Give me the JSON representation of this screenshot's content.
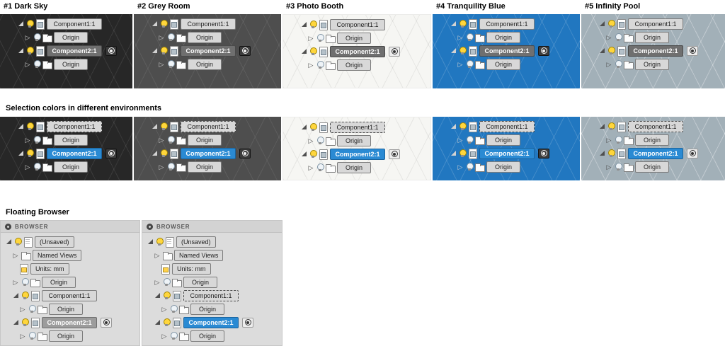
{
  "environments": {
    "panels": [
      {
        "title": "#1 Dark Sky",
        "background": "#272727"
      },
      {
        "title": "#2 Grey Room",
        "background": "#4e4e4e"
      },
      {
        "title": "#3 Photo Booth",
        "background": "#f6f6f3"
      },
      {
        "title": "#4 Tranquility Blue",
        "background": "#2177c0"
      },
      {
        "title": "#5 Infinity Pool",
        "background": "#a2b0b8"
      }
    ]
  },
  "headings": {
    "selection": "Selection colors in different environments",
    "floating": "Floating Browser"
  },
  "tree": {
    "component1": "Component1:1",
    "component2": "Component2:1",
    "origin": "Origin"
  },
  "floating_browser": {
    "header": "BROWSER",
    "unsaved": "(Unsaved)",
    "named_views": "Named Views",
    "units": "Units: mm",
    "origin": "Origin",
    "component1": "Component1:1",
    "component2": "Component2:1"
  },
  "colors": {
    "selection_blue": "#2a8ad3",
    "active_component_grey": "#6f6f6f",
    "floating_active_grey": "#9c9c9c",
    "bulb_yellow": "#ffd63c",
    "label_box_grey": "#d8d8d8"
  }
}
